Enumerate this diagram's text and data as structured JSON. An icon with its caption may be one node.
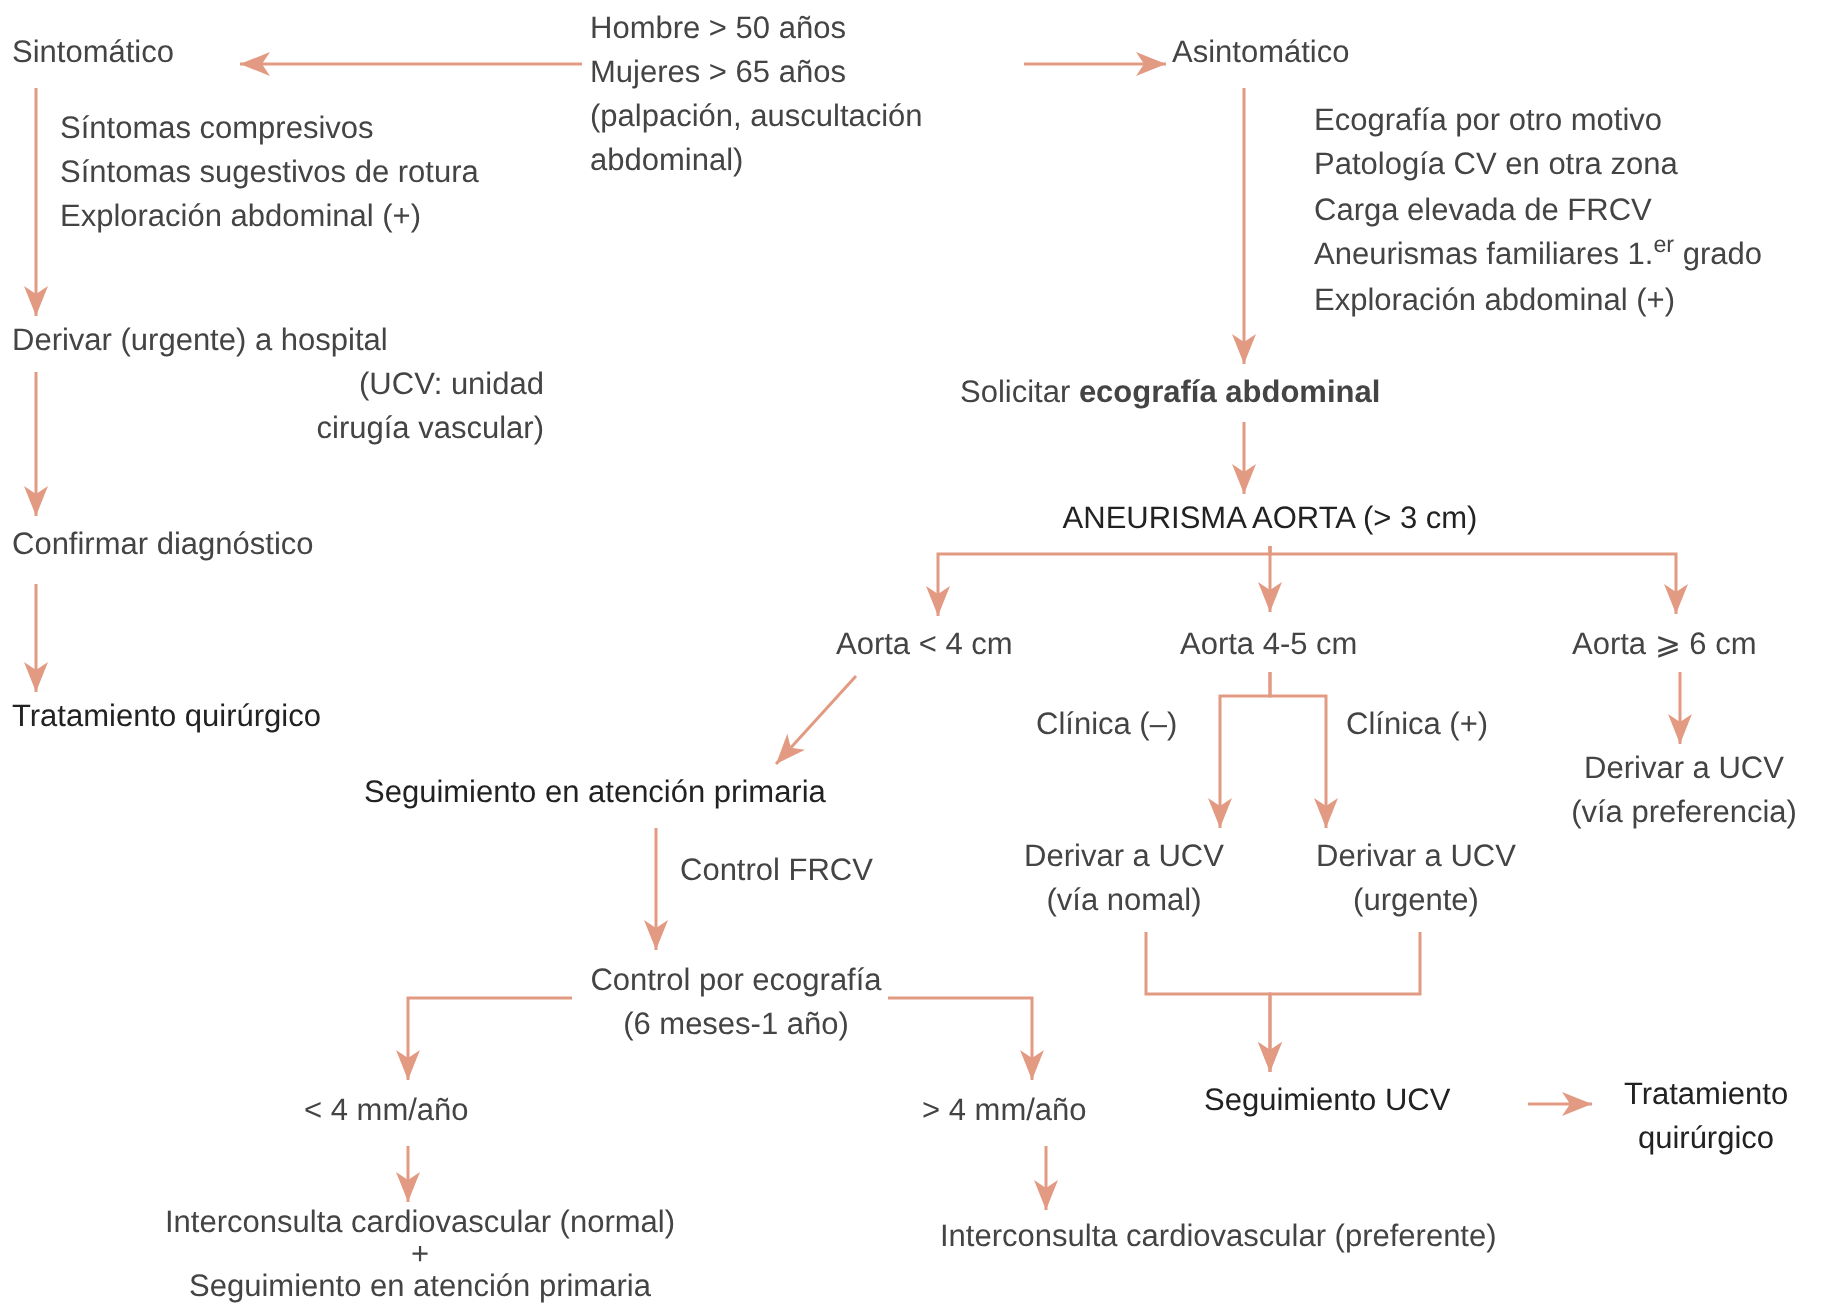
{
  "diagram": {
    "nodes": [
      {
        "text": [
          "Hombre > 50 años",
          "Mujeres > 65 años",
          "(palpación, auscultación abdominal)"
        ]
      },
      {
        "text": [
          "Sintomático"
        ]
      },
      {
        "text": [
          "Asintomático"
        ]
      },
      {
        "text": [
          "Derivar (urgente) a hospital",
          "(UCV: unidad cirugía vascular)"
        ]
      },
      {
        "text": [
          "Confirmar diagnóstico"
        ]
      },
      {
        "text": [
          "Tratamiento quirúrgico"
        ]
      },
      {
        "text": [
          "Solicitar **ecografía abdominal**"
        ]
      },
      {
        "text": [
          "ANEURISMA AORTA (> 3 cm)"
        ]
      },
      {
        "text": [
          "Aorta < 4 cm"
        ]
      },
      {
        "text": [
          "Aorta 4-5 cm"
        ]
      },
      {
        "text": [
          "Aorta ⩾ 6 cm"
        ]
      },
      {
        "text": [
          "Seguimiento en atención primaria"
        ]
      },
      {
        "text": [
          "Derivar a UCV (vía nomal)"
        ]
      },
      {
        "text": [
          "Derivar a UCV (urgente)"
        ]
      },
      {
        "text": [
          "Derivar a UCV (vía preferencia)"
        ]
      },
      {
        "text": [
          "Control por ecografía (6 meses-1 año)"
        ]
      },
      {
        "text": [
          "< 4 mm/año"
        ]
      },
      {
        "text": [
          "> 4 mm/año"
        ]
      },
      {
        "text": [
          "Seguimiento UCV"
        ]
      },
      {
        "text": [
          "Tratamiento quirúrgico"
        ]
      },
      {
        "text": [
          "Interconsulta cardiovascular (normal)",
          "+",
          "Seguimiento en atención primaria"
        ]
      },
      {
        "text": [
          "Interconsulta cardiovascular (preferente)"
        ]
      }
    ],
    "edges": [
      {
        "from": 0,
        "to": 1,
        "arrow": "to"
      },
      {
        "from": 0,
        "to": 2,
        "arrow": "to"
      },
      {
        "from": 1,
        "to": 3,
        "arrow": "to"
      },
      {
        "from": 3,
        "to": 4,
        "arrow": "to"
      },
      {
        "from": 4,
        "to": 5,
        "arrow": "to"
      },
      {
        "from": 2,
        "to": 6,
        "arrow": "to"
      },
      {
        "from": 6,
        "to": 7,
        "arrow": "to"
      },
      {
        "from": 7,
        "to": 8,
        "arrow": "to"
      },
      {
        "from": 7,
        "to": 9,
        "arrow": "to"
      },
      {
        "from": 7,
        "to": 10,
        "arrow": "to"
      },
      {
        "from": 8,
        "to": 11,
        "arrow": "to"
      },
      {
        "from": 9,
        "to": 12,
        "label": "Clínica (–)",
        "arrow": "to"
      },
      {
        "from": 9,
        "to": 13,
        "label": "Clínica (+)",
        "arrow": "to"
      },
      {
        "from": 10,
        "to": 14,
        "arrow": "to"
      },
      {
        "from": 11,
        "to": 15,
        "label": "Control FRCV",
        "arrow": "to"
      },
      {
        "from": 15,
        "to": 16,
        "arrow": "to"
      },
      {
        "from": 15,
        "to": 17,
        "arrow": "to"
      },
      {
        "from": 12,
        "to": 18,
        "arrow": "to"
      },
      {
        "from": 13,
        "to": 18,
        "arrow": "to"
      },
      {
        "from": 18,
        "to": 19,
        "arrow": "to"
      },
      {
        "from": 16,
        "to": 20,
        "arrow": "to"
      },
      {
        "from": 17,
        "to": 21,
        "arrow": "to"
      }
    ],
    "labels": [
      "Síntomas compresivos",
      "Síntomas sugestivos de rotura",
      "Exploración abdominal (+)",
      "Ecografía por otro motivo",
      "Patología CV en otra zona",
      "Carga elevada de FRCV",
      "Aneurismas familiares 1.$^{er}$ grado",
      "Exploración abdominal (+)"
    ]
  }
}
